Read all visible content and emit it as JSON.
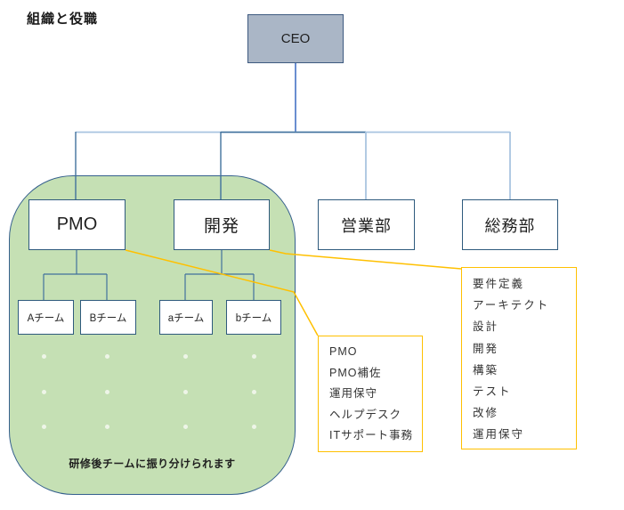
{
  "title": "組織と役職",
  "org_chart": {
    "root": {
      "label": "CEO"
    },
    "departments": [
      {
        "label": "PMO"
      },
      {
        "label": "開発"
      },
      {
        "label": "営業部"
      },
      {
        "label": "総務部"
      }
    ],
    "pmo_teams": [
      {
        "label": "Aチーム"
      },
      {
        "label": "Bチーム"
      }
    ],
    "dev_teams": [
      {
        "label": "aチーム"
      },
      {
        "label": "bチーム"
      }
    ]
  },
  "training_note": "研修後チームに振り分けられます",
  "callouts": {
    "pmo_roles": {
      "items": [
        "PMO",
        "PMO補佐",
        "運用保守",
        "ヘルプデスク",
        "ITサポート事務"
      ]
    },
    "dev_roles": {
      "items": [
        "要件定義",
        "アーキテクト",
        "設計",
        "開発",
        "構築",
        "テスト",
        "改修",
        "運用保守"
      ]
    }
  },
  "colors": {
    "ceo_fill": "#aab6c6",
    "ceo_border": "#3e5a80",
    "box_border": "#2e5a7d",
    "green_fill": "#c5e0b4",
    "green_border": "#35608d",
    "connector_dark": "#4472c4",
    "connector_mid": "#41719c",
    "connector_light": "#a9c4e0",
    "callout_accent": "#ffc000"
  }
}
